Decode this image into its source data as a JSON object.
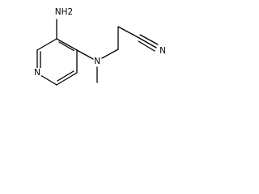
{
  "molecule": {
    "atoms": {
      "amino": "NH2",
      "ring_nitrogen": "N",
      "amine_nitrogen": "N",
      "nitrile_nitrogen": "N"
    },
    "colors": {
      "bond": "#000000",
      "label": "#000000",
      "background": "#ffffff"
    }
  }
}
